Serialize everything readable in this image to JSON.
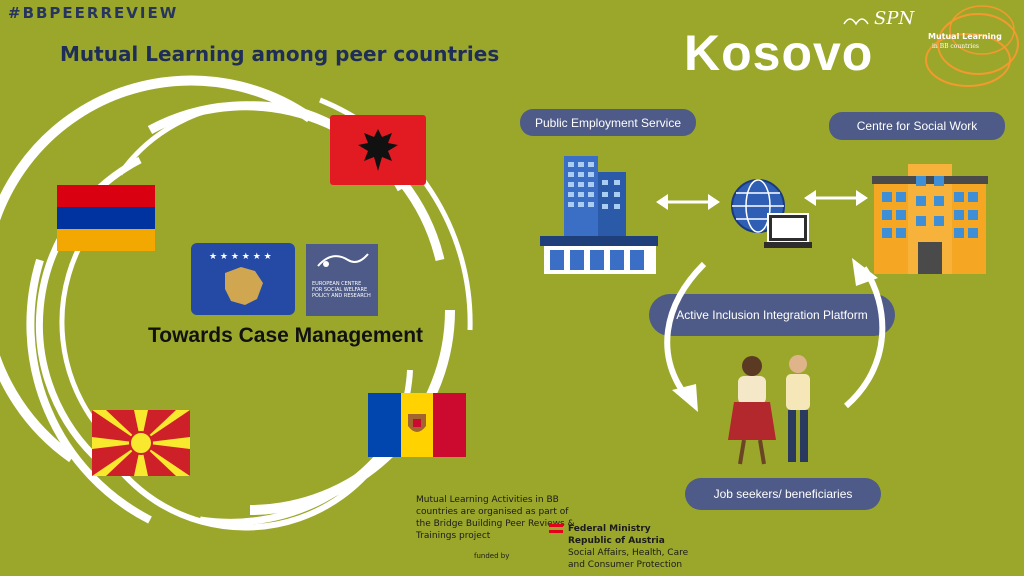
{
  "hashtag": "#BBPEERREVIEW",
  "title": "Mutual Learning among peer countries",
  "country": "Kosovo",
  "center_label": "Towards Case Management",
  "flags": [
    "albania-flag",
    "armenia-flag",
    "north-macedonia-flag",
    "moldova-flag",
    "kosovo-flag"
  ],
  "ecswf": "EUROPEAN CENTRE FOR SOCIAL WELFARE POLICY AND RESEARCH",
  "logo": {
    "espn": "SPN",
    "mutual_learning": "Mutual Learning",
    "in_bb": "in BB countries"
  },
  "diagram": {
    "public_employment": "Public Employment Service",
    "centre_social_work": "Centre for Social Work",
    "platform": "Active Inclusion Integration Platform",
    "job_seekers": "Job seekers/ beneficiaries"
  },
  "footer": {
    "note": "Mutual Learning Activities in BB countries are organised as part of the Bridge Building Peer Reviews & Trainings project",
    "funded_by": "funded by",
    "ministry_line1": "Federal Ministry",
    "ministry_line2": "Republic of Austria",
    "ministry_line3": "Social Affairs, Health, Care",
    "ministry_line4": "and Consumer Protection"
  },
  "colors": {
    "background": "#9ba72b",
    "pill": "#4e5a87",
    "title": "#1f2d59"
  }
}
